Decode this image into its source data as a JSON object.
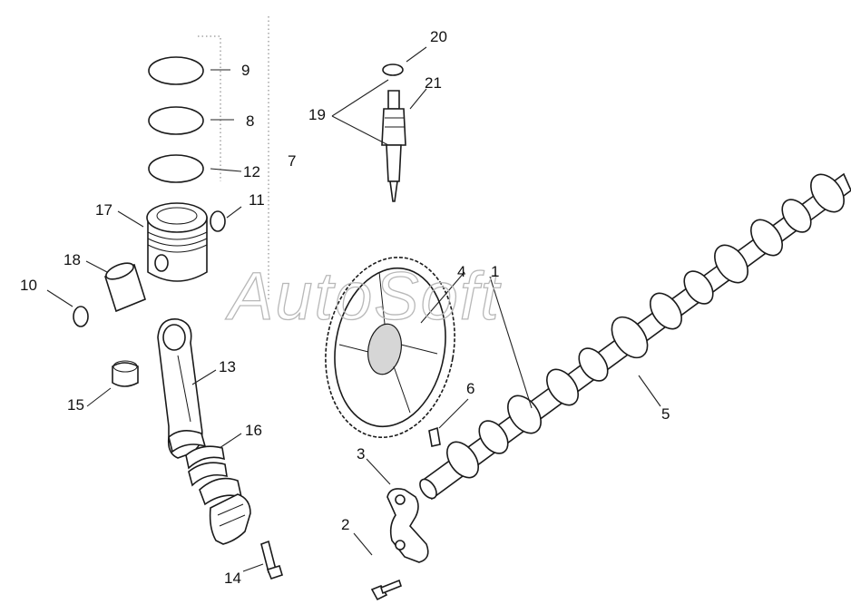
{
  "watermark": "AutoSoft",
  "callouts": {
    "c1": "1",
    "c2": "2",
    "c3": "3",
    "c4": "4",
    "c5": "5",
    "c6": "6",
    "c7": "7",
    "c8": "8",
    "c9": "9",
    "c10": "10",
    "c11": "11",
    "c12": "12",
    "c13": "13",
    "c14": "14",
    "c15": "15",
    "c16": "16",
    "c17": "17",
    "c18": "18",
    "c19": "19",
    "c20": "20",
    "c21": "21"
  }
}
